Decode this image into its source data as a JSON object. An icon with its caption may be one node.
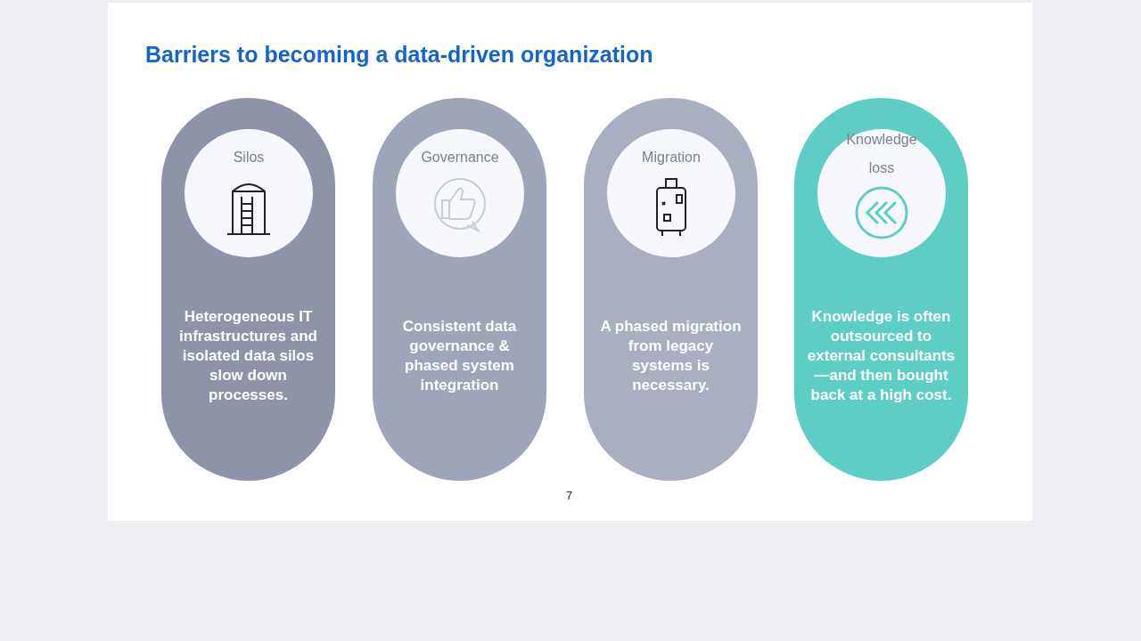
{
  "diagram": {
    "title": "Barriers to becoming a data-driven organization",
    "nodes": [
      {
        "text": [
          "Silos",
          "Heterogeneous IT infrastructures and isolated data silos slow down processes."
        ]
      },
      {
        "text": [
          "Governance",
          "Consistent data governance & phased system integration"
        ]
      },
      {
        "text": [
          "Migration",
          "A phased migration from legacy systems is necessary."
        ]
      },
      {
        "text": [
          "Knowledge loss",
          "Knowledge is often outsourced to external consultants—and then bought back at a high cost."
        ]
      }
    ],
    "labels": [
      "7"
    ]
  }
}
